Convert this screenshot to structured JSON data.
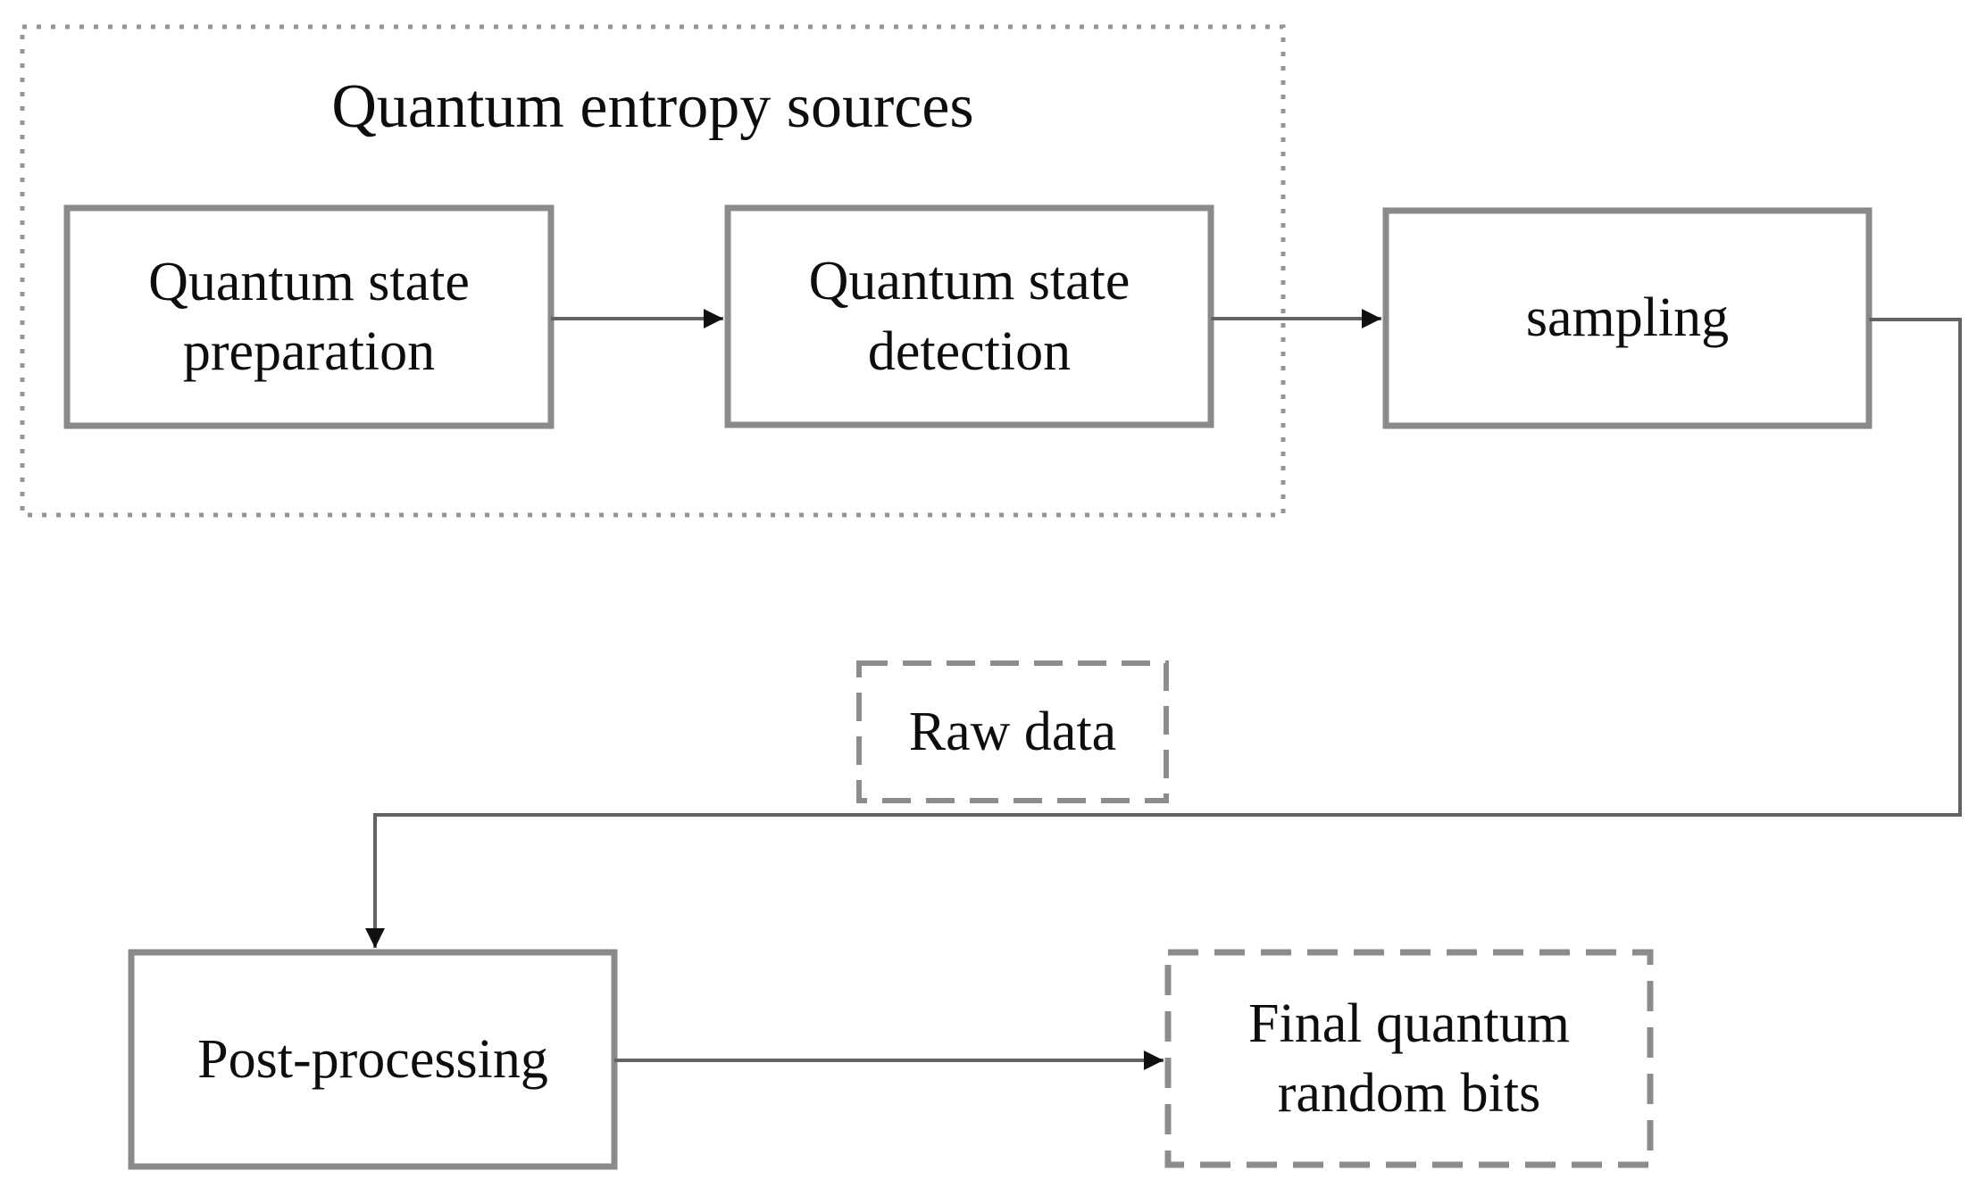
{
  "figure": {
    "kind": "flowchart",
    "background": "#ffffff",
    "group_box": {
      "title": "Quantum entropy sources",
      "border_style": "dotted"
    },
    "nodes": {
      "preparation": {
        "line1": "Quantum state",
        "line2": "preparation",
        "border_style": "solid"
      },
      "detection": {
        "line1": "Quantum state",
        "line2": "detection",
        "border_style": "solid"
      },
      "sampling": {
        "line1": "sampling",
        "border_style": "solid"
      },
      "raw_data": {
        "line1": "Raw data",
        "border_style": "dashed"
      },
      "post_processing": {
        "line1": "Post-processing",
        "border_style": "solid"
      },
      "final_bits": {
        "line1": "Final quantum",
        "line2": "random bits",
        "border_style": "dashed"
      }
    },
    "connections": [
      {
        "from": "preparation",
        "to": "detection",
        "type": "arrow"
      },
      {
        "from": "detection",
        "to": "sampling",
        "type": "arrow"
      },
      {
        "from": "sampling",
        "to": "post_processing",
        "type": "elbow-arrow",
        "passes_label": "raw_data"
      },
      {
        "from": "post_processing",
        "to": "final_bits",
        "type": "arrow"
      }
    ],
    "colors": {
      "solid_box_border": "#8a8a8a",
      "dashed_box_border": "#8c8c8c",
      "dotted_group_border": "#949494",
      "connector_line": "#636363",
      "arrowhead": "#111111",
      "text": "#0d0d0d",
      "background": "#ffffff"
    }
  }
}
